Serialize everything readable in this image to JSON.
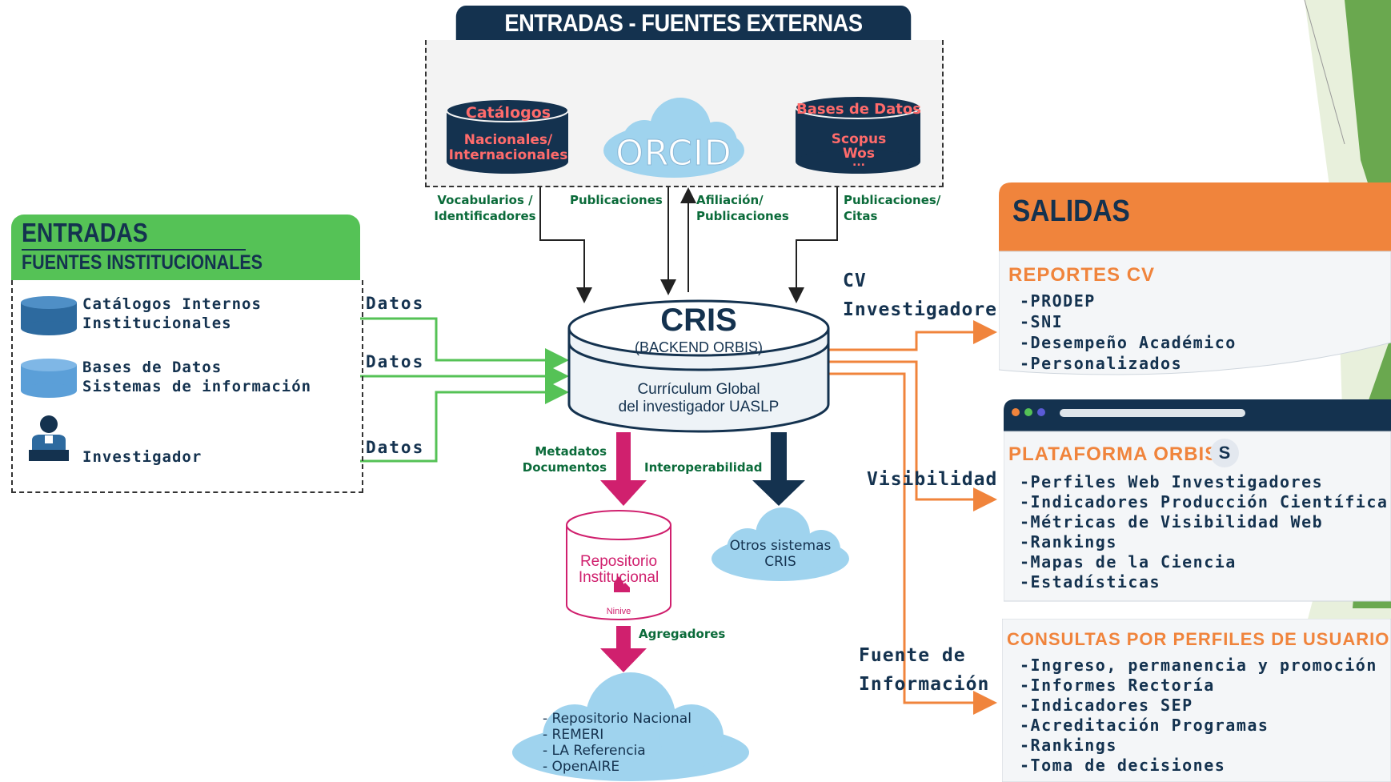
{
  "external": {
    "title": "ENTRADAS - FUENTES EXTERNAS",
    "catalogos": {
      "title": "Catálogos",
      "line1": "Nacionales/",
      "line2": "Internacionales"
    },
    "orcid": "ORCID",
    "bases": {
      "title": "Bases de Datos",
      "line1": "Scopus",
      "line2": "Wos",
      "line3": "..."
    },
    "flows": {
      "vocab": [
        "Vocabularios /",
        "Identificadores"
      ],
      "publicaciones": "Publicaciones",
      "afiliacion": [
        "Afiliación/",
        "Publicaciones"
      ],
      "citas": [
        "Publicaciones/",
        "Citas"
      ]
    }
  },
  "institutional": {
    "title": "ENTRADAS",
    "subtitle": "FUENTES INSTITUCIONALES",
    "items": [
      {
        "line1": "Catálogos Internos",
        "line2": "Institucionales"
      },
      {
        "line1": "Bases de Datos",
        "line2": "Sistemas de información"
      },
      {
        "line1": "Investigador",
        "line2": ""
      }
    ],
    "datos": [
      "Datos",
      "Datos",
      "Datos"
    ]
  },
  "cris": {
    "title": "CRIS",
    "subtitle": "(BACKEND ORBIS)",
    "body1": "Currículum Global",
    "body2": "del investigador UASLP"
  },
  "lower": {
    "metadatos": [
      "Metadatos",
      "Documentos"
    ],
    "interoperabilidad": "Interoperabilidad",
    "repo": [
      "Repositorio",
      "Institucional"
    ],
    "ninive": "Ninive",
    "agregadores": "Agregadores",
    "otros": [
      "Otros sistemas",
      "CRIS"
    ],
    "nacional": [
      "- Repositorio Nacional",
      "- REMERI",
      "- LA Referencia",
      "- OpenAIRE"
    ]
  },
  "outputs": {
    "cv": [
      "CV",
      "Investigadores"
    ],
    "visibilidad": "Visibilidad",
    "fuente": [
      "Fuente de",
      "Información"
    ]
  },
  "salidas": {
    "title": "SALIDAS",
    "reportes": {
      "title": "REPORTES CV",
      "items": [
        "-PRODEP",
        "-SNI",
        "-Desempeño Académico",
        "-Personalizados"
      ]
    },
    "plataforma": {
      "title": "PLATAFORMA ORBIS",
      "badge": "S",
      "items": [
        "-Perfiles Web Investigadores",
        "-Indicadores Producción Científica",
        "-Métricas de Visibilidad Web",
        "-Rankings",
        "-Mapas de la Ciencia",
        "-Estadísticas"
      ]
    },
    "consultas": {
      "title": "CONSULTAS POR PERFILES DE USUARIO",
      "items": [
        "-Ingreso, permanencia y promoción",
        "-Informes Rectoría",
        "-Indicadores SEP",
        "-Acreditación Programas",
        "-Rankings",
        "-Toma de decisiones"
      ]
    }
  },
  "colors": {
    "navy": "#14324f",
    "green": "#55c256",
    "orange": "#f0843c",
    "magenta": "#d0206e",
    "cloud": "#9fd3ee",
    "dark_green_text": "#0b6b3a"
  }
}
